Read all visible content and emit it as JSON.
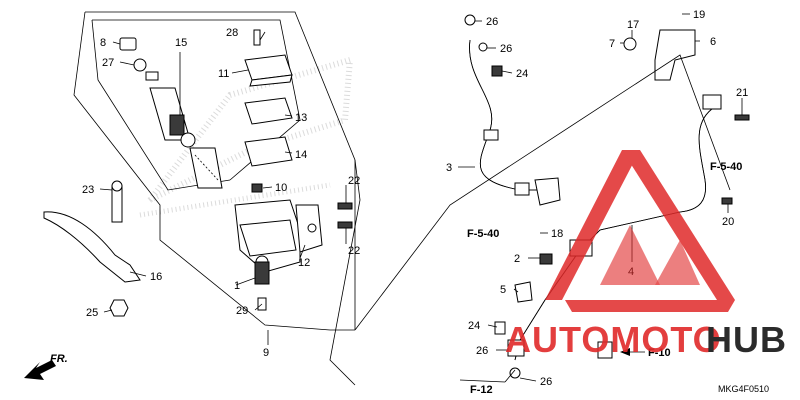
{
  "callouts": {
    "c1": "1",
    "c2": "2",
    "c3": "3",
    "c4": "4",
    "c5": "5",
    "c6": "6",
    "c7": "7",
    "c8": "8",
    "c9": "9",
    "c10": "10",
    "c11": "11",
    "c12": "12",
    "c13": "13",
    "c14": "14",
    "c15": "15",
    "c16": "16",
    "c17": "17",
    "c18": "18",
    "c19": "19",
    "c20": "20",
    "c21": "21",
    "c22a": "22",
    "c22b": "22",
    "c23": "23",
    "c24a": "24",
    "c24b": "24",
    "c25": "25",
    "c26a": "26",
    "c26b": "26",
    "c26c": "26",
    "c26d": "26",
    "c27": "27",
    "c28": "28",
    "c29": "29"
  },
  "references": {
    "f540a": "F-5-40",
    "f540b": "F-5-40",
    "f10": "F-10",
    "f12": "F-12"
  },
  "front_label": "FR.",
  "diagram_code": "MKG4F0510",
  "watermark": {
    "brand_part1": "AUTOMOTO",
    "brand_part2": "HUB",
    "color_red": "#e02a2a",
    "color_dark": "#2b2b2b"
  }
}
